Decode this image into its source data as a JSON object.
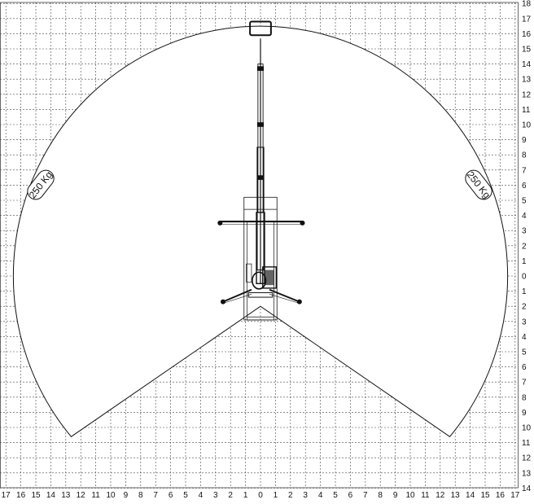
{
  "chart_data": {
    "type": "diagram",
    "grid": true,
    "x_ticks": [
      "17",
      "16",
      "15",
      "14",
      "13",
      "12",
      "11",
      "10",
      "9",
      "8",
      "7",
      "6",
      "5",
      "4",
      "3",
      "2",
      "1",
      "0",
      "1",
      "2",
      "3",
      "4",
      "5",
      "6",
      "7",
      "8",
      "9",
      "10",
      "11",
      "12",
      "13",
      "14",
      "15",
      "16",
      "17"
    ],
    "y_ticks_upper": [
      "18",
      "17",
      "16",
      "15",
      "14",
      "13",
      "12",
      "11",
      "10",
      "9",
      "8",
      "7",
      "6",
      "5",
      "4",
      "3",
      "2",
      "1",
      "0"
    ],
    "y_ticks_lower": [
      "1",
      "2",
      "3",
      "4",
      "5",
      "6",
      "7",
      "8",
      "9",
      "10",
      "11",
      "12",
      "13",
      "14"
    ],
    "xlim": [
      -17,
      17
    ],
    "ylim": [
      -14,
      18
    ],
    "working_envelope": {
      "radius": 16.5,
      "base_opening_half_angle_deg": 50,
      "vertex_y": -2
    },
    "load_labels": [
      {
        "text": "250 Kg",
        "side": "left"
      },
      {
        "text": "250 Kg",
        "side": "right"
      }
    ]
  },
  "colors": {
    "grid": "#444444",
    "line": "#111111",
    "background": "#ffffff"
  }
}
